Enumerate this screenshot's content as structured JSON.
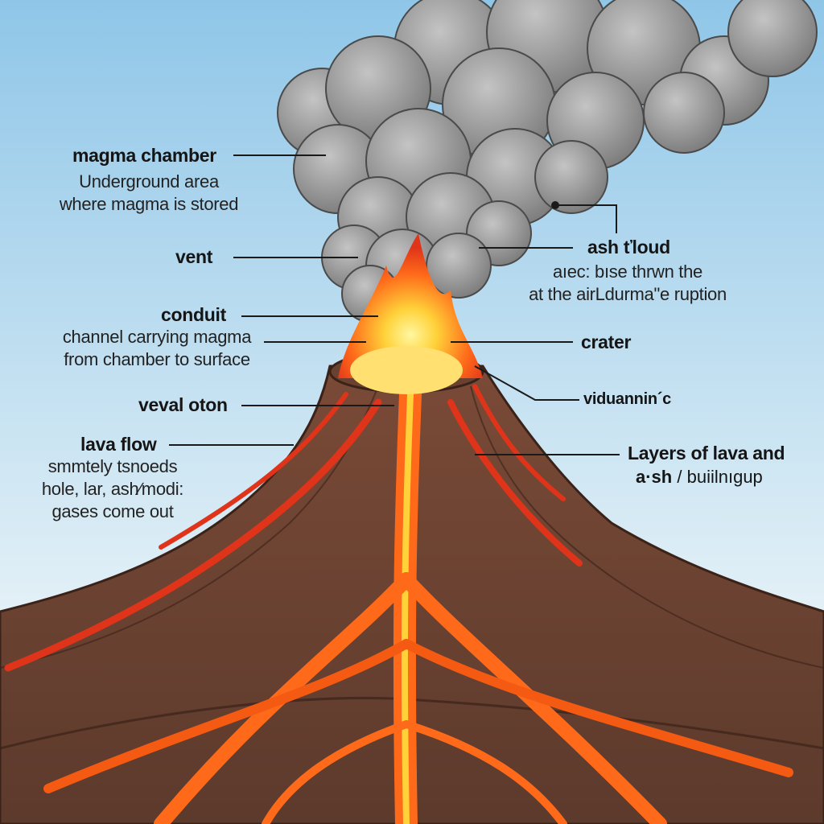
{
  "labels": {
    "magma_chamber": {
      "title": "magma chamber",
      "desc": [
        "Underground area",
        "where magma is stored"
      ]
    },
    "vent": {
      "title": "vent"
    },
    "conduit": {
      "title": "conduit",
      "desc": [
        "channel carrying magma",
        "from chamber to surface"
      ]
    },
    "vent_option": {
      "title": "veval oton"
    },
    "lava_flow": {
      "title": "lava flow",
      "desc": [
        "smmtely tsnoeds",
        "hole, lar, ash∕modi:",
        "gases come out"
      ]
    },
    "ash_cloud": {
      "title": "ash ťloud",
      "desc": [
        "aıec: bıse thrwn the",
        "at the airLdurma\"e ruption"
      ]
    },
    "crater": {
      "title": "crater"
    },
    "vidu": {
      "title": "viduаnnin´c"
    },
    "layers": {
      "title": "Layers of lava and",
      "title2": "a·sh",
      "title2_rest": "/ buiilnıgup"
    }
  },
  "colors": {
    "sky_top": "#8fc6e8",
    "sky_bottom": "#e4f1f7",
    "rock_dark": "#5c3a2c",
    "rock_mid": "#7a4a37",
    "rock_light": "#9a6a55",
    "lava_orange": "#ff6a1a",
    "lava_yellow": "#ffd23a",
    "lava_red": "#e0341a",
    "ash_gray": "#8a8a8a",
    "ash_light": "#b8b8b8",
    "leader_line": "#1a1a1a"
  }
}
